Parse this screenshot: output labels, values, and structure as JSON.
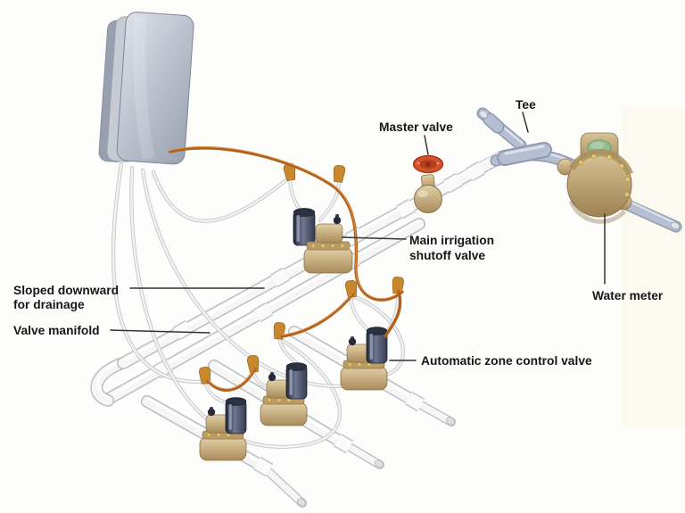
{
  "diagram": {
    "labels": {
      "master_valve": "Master valve",
      "tee": "Tee",
      "main_shutoff_line1": "Main irrigation",
      "main_shutoff_line2": "shutoff valve",
      "water_meter": "Water meter",
      "automatic_zone_valve": "Automatic zone control valve",
      "sloped_line1": "Sloped downward",
      "sloped_line2": "for drainage",
      "valve_manifold": "Valve manifold"
    },
    "colors": {
      "background": "#fdfdfc",
      "label_text": "#161616",
      "pointer_line": "#333333",
      "pipe_white": "#f6f6f4",
      "pipe_edge": "#b9bec6",
      "metal_pipe": "#b6bfd2",
      "brass": "#c4a878",
      "solenoid_dark": "#3a4154",
      "wire_orange": "#b2601a",
      "wire_white": "#f2f2f1",
      "handle_red": "#d4512a",
      "meter_green": "#96bd94",
      "controller_gray": "#b8bec9",
      "wire_nut_tan": "#c8882e"
    }
  }
}
